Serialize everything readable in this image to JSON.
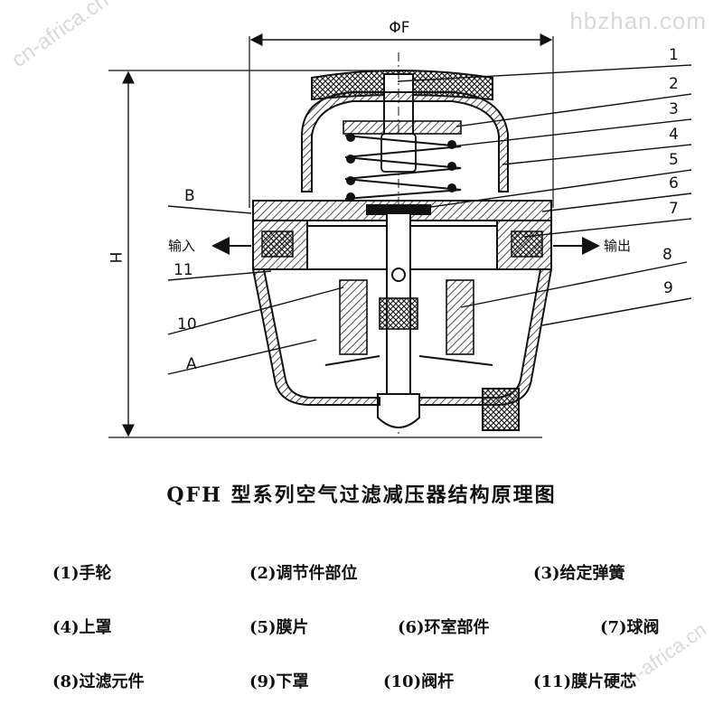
{
  "watermarks": {
    "top_right": "hbzhan.com",
    "left": "cn-africa.cn",
    "right": "cn-africa.cn"
  },
  "diagram": {
    "dimension_width": "ΦF",
    "dimension_height": "H",
    "port_in": "输入",
    "port_out": "输出",
    "callouts_right": [
      "1",
      "2",
      "3",
      "4",
      "5",
      "6",
      "7",
      "8",
      "9"
    ],
    "callouts_left": [
      "B",
      "11",
      "10",
      "A"
    ]
  },
  "title": "QFH 型系列空气过滤减压器结构原理图",
  "legend": [
    [
      "(1)手轮",
      "(2)调节件部位",
      "(3)给定弹簧"
    ],
    [
      "(4)上罩",
      "(5)膜片",
      "(6)环室部件",
      "(7)球阀"
    ],
    [
      "(8)过滤元件",
      "(9)下罩",
      "(10)阀杆",
      "(11)膜片硬芯"
    ]
  ]
}
